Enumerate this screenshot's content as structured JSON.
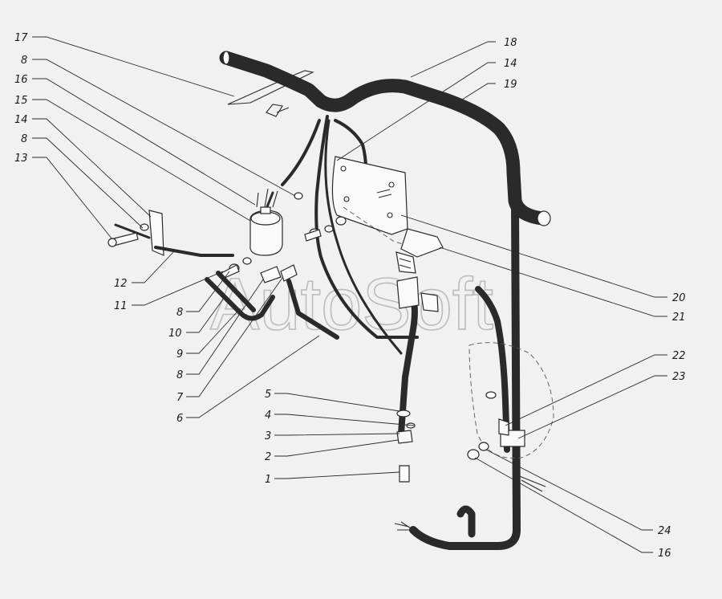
{
  "watermark": "AutoSoft",
  "callouts_left": [
    "17",
    "8",
    "16",
    "15",
    "14",
    "8",
    "13",
    "12",
    "11",
    "8",
    "10",
    "9",
    "8",
    "7",
    "6"
  ],
  "callouts_right": [
    "18",
    "14",
    "19",
    "20",
    "21",
    "22",
    "23",
    "24",
    "16"
  ],
  "callouts_bottom_left": [
    "5",
    "4",
    "3",
    "2",
    "1"
  ]
}
